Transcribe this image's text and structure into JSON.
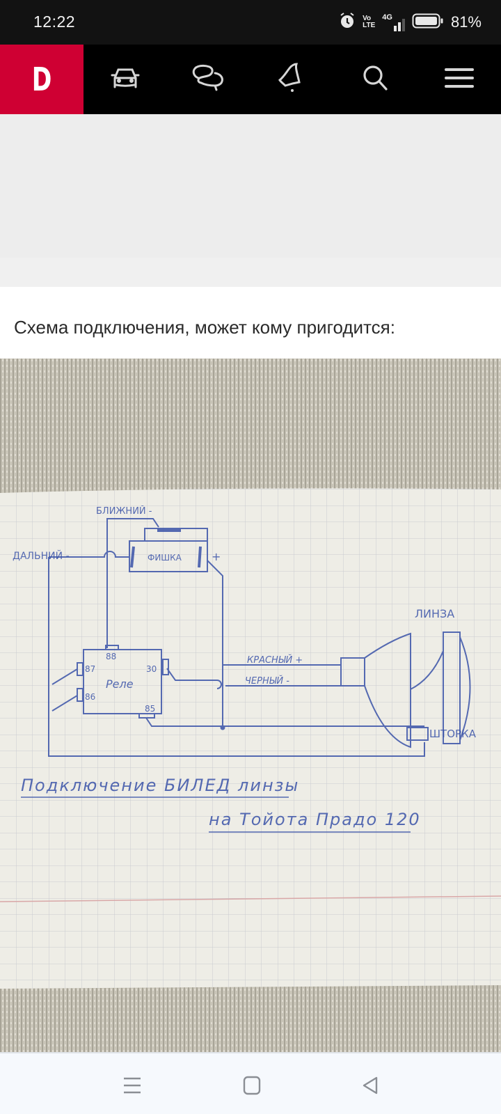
{
  "status_bar": {
    "time": "12:22",
    "icons": [
      "alarm-icon",
      "volte-icon",
      "4g-signal-icon",
      "battery-icon"
    ],
    "volte_label_top": "Vo",
    "volte_label_bottom": "LTE",
    "network": "4G",
    "battery_percent": "81%"
  },
  "nav": {
    "logo_letter": "D",
    "brand_color": "#cf0033",
    "items": [
      {
        "name": "garage",
        "icon": "car-icon"
      },
      {
        "name": "messages",
        "icon": "chat-icon"
      },
      {
        "name": "notifications",
        "icon": "bell-icon"
      },
      {
        "name": "search",
        "icon": "search-icon"
      },
      {
        "name": "menu",
        "icon": "hamburger-icon"
      }
    ]
  },
  "post": {
    "caption": "Схема подключения, может кому пригодится:"
  },
  "diagram": {
    "labels": {
      "low_beam": "БЛИЖНИЙ -",
      "high_beam": "ДАЛЬНИЙ -",
      "connector": "ФИШКА",
      "plus": "+",
      "relay": "Реле",
      "pin_88": "88",
      "pin_87": "87",
      "pin_86": "86",
      "pin_85": "85",
      "pin_30": "30",
      "red_wire": "КРАСНЫЙ +",
      "black_wire": "ЧЕРНЫЙ -",
      "lens": "ЛИНЗА",
      "shutter": "ШТОРКА",
      "title_line1": "Подключение БИЛЕД линзы",
      "title_line2": "на Тойота Прадо 120"
    }
  },
  "system_nav": {
    "buttons": [
      "recents-icon",
      "home-icon",
      "back-icon"
    ]
  }
}
